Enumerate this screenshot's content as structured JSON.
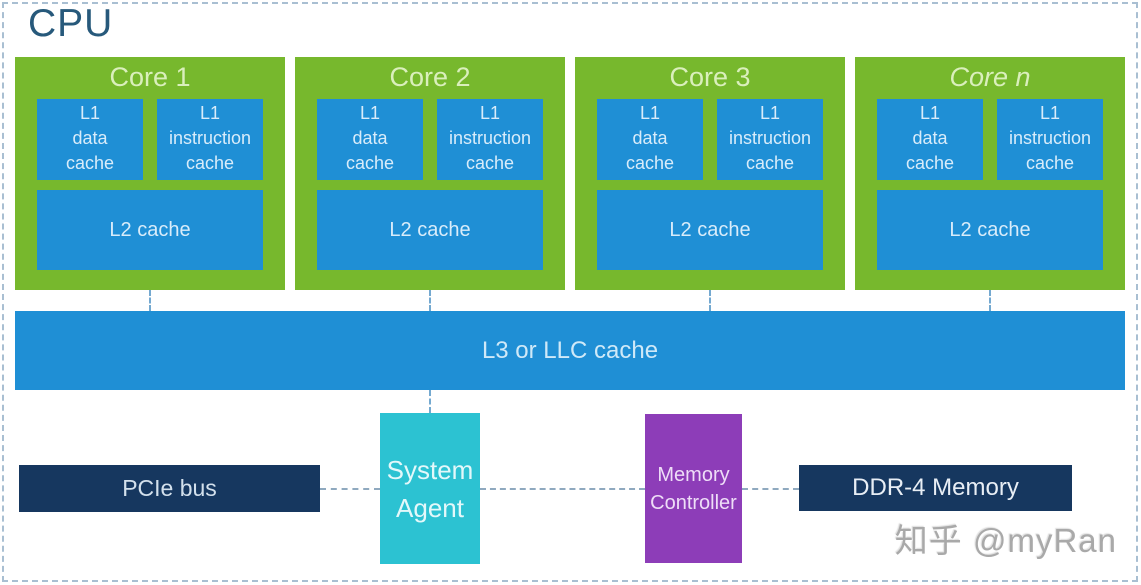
{
  "header": {
    "title": "CPU"
  },
  "cores": [
    {
      "name": "Core 1"
    },
    {
      "name": "Core 2"
    },
    {
      "name": "Core 3"
    },
    {
      "name": "Core n"
    }
  ],
  "cache_labels": {
    "l1_data": [
      "L1",
      "data",
      "cache"
    ],
    "l1_instruction": [
      "L1",
      "instruction",
      "cache"
    ],
    "l2": "L2 cache"
  },
  "l3": {
    "label": "L3 or LLC cache"
  },
  "uncore": {
    "system_agent": [
      "System",
      "Agent"
    ],
    "memory_controller": [
      "Memory",
      "Controller"
    ],
    "pcie_bus": "PCIe bus",
    "ddr4_memory": "DDR-4 Memory"
  },
  "watermark": "知乎 @myRan",
  "colors": {
    "core_green": "#77b82d",
    "cache_blue": "#1f8fd5",
    "system_agent_cyan": "#2cc2d2",
    "memory_controller_purple": "#8d3db8",
    "bus_navy": "#16375f",
    "title_navy": "#27597b",
    "connector_blue": "#74a9d0",
    "border_dash": "#a9bfd2"
  }
}
